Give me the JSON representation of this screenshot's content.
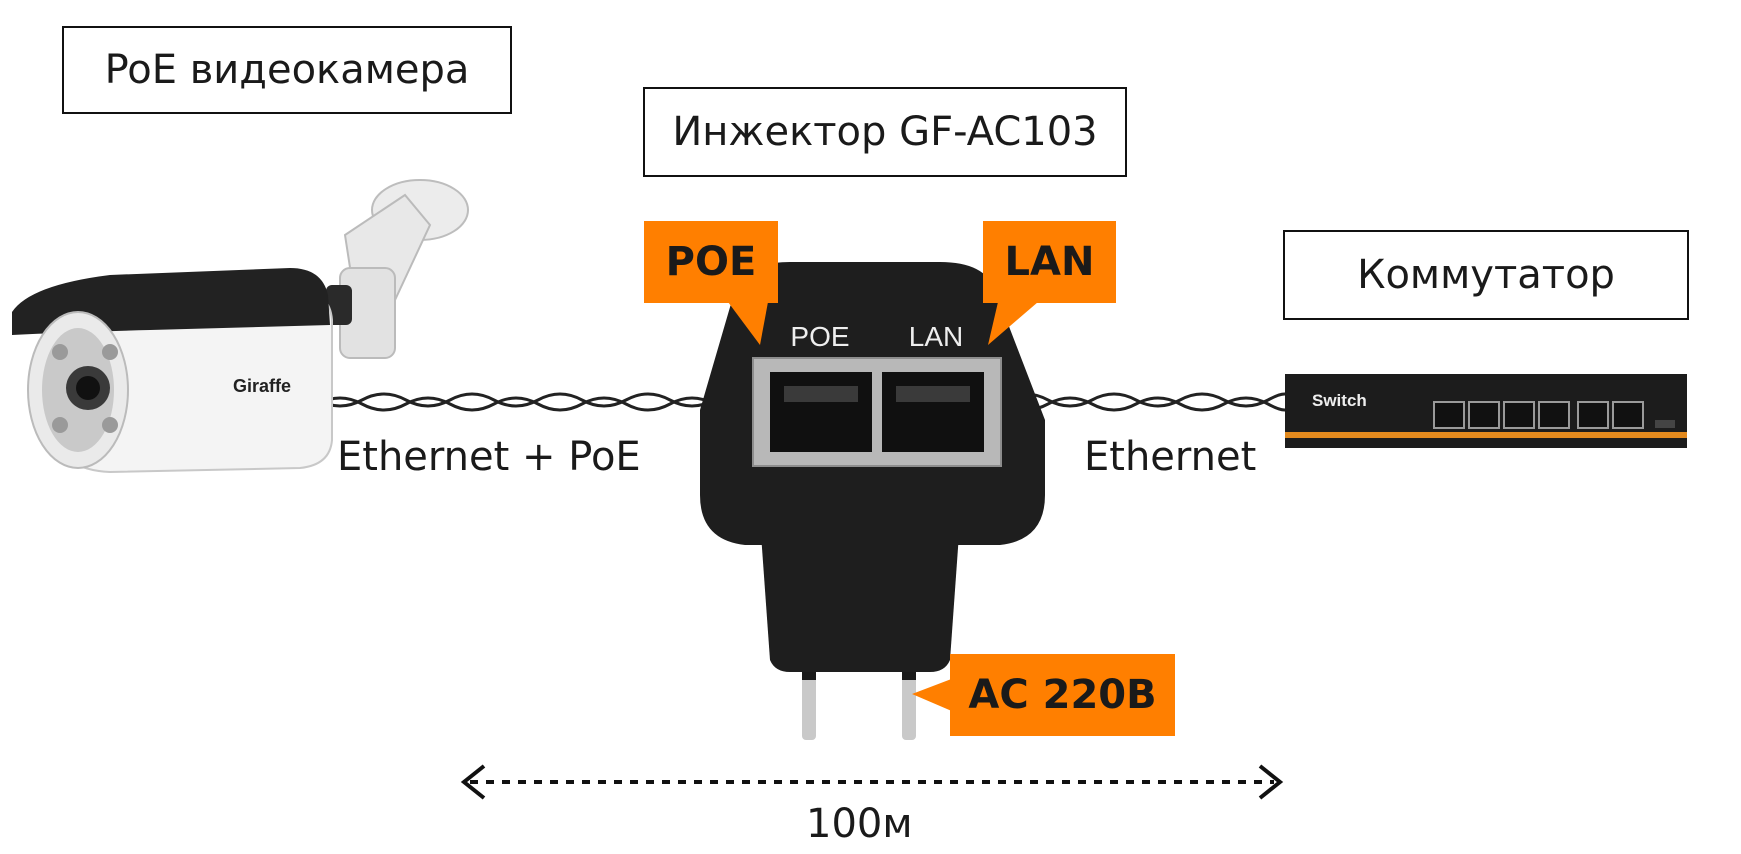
{
  "labels": {
    "camera": "PoE видеокамера",
    "injector": "Инжектор GF-AC103",
    "switch": "Коммутатор",
    "cable_poe": "Ethernet + PoE",
    "cable_lan": "Ethernet",
    "distance": "100м"
  },
  "tags": {
    "poe": "POE",
    "lan": "LAN",
    "ac": "AC 220B"
  },
  "device": {
    "port_poe": "POE",
    "port_lan": "LAN",
    "camera_brand": "Giraffe",
    "switch_brand": "Switch"
  },
  "colors": {
    "accent": "#ff7f00",
    "device_black": "#1e1e1e"
  }
}
